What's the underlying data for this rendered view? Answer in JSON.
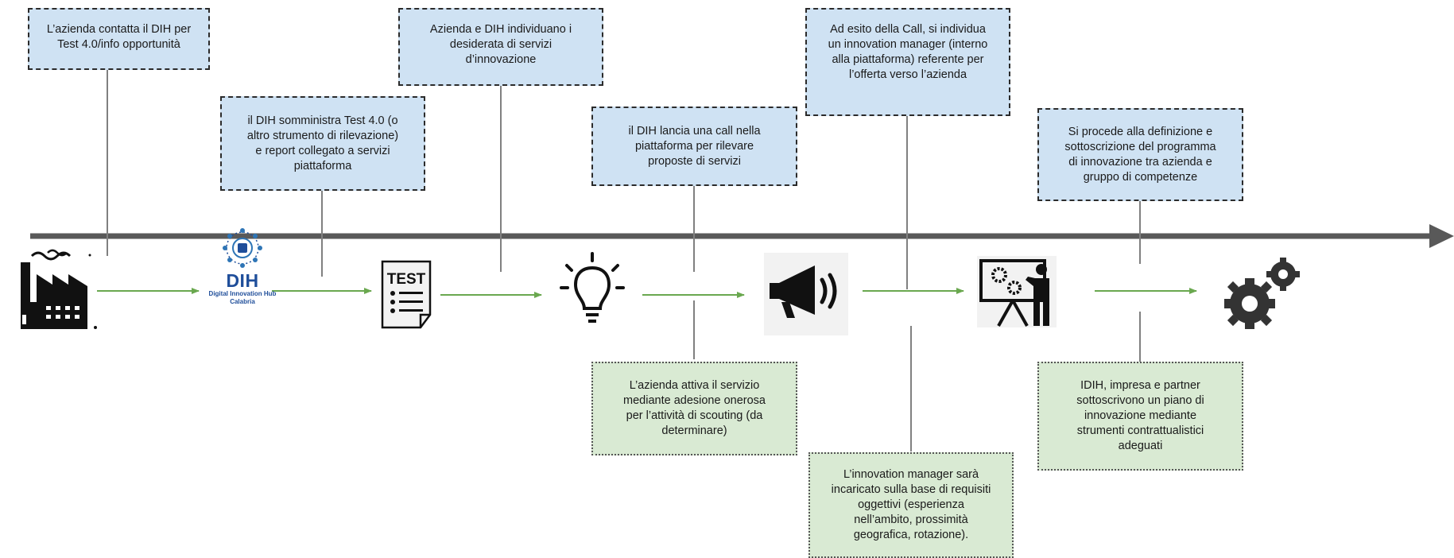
{
  "top_boxes": [
    {
      "text": "L’azienda contatta il DIH per\nTest 4.0/info opportunità"
    },
    {
      "text": "il DIH somministra Test 4.0 (o\naltro strumento di rilevazione)\ne report  collegato a servizi\npiattaforma"
    },
    {
      "text": "Azienda e DIH individuano i\ndesiderata di servizi\nd’innovazione"
    },
    {
      "text": "il DIH lancia una call nella\npiattaforma per rilevare\nproposte di servizi"
    },
    {
      "text": "Ad esito della Call, si individua\nun innovation manager (interno\nalla piattaforma) referente per\nl’offerta verso l’azienda"
    },
    {
      "text": "Si procede alla definizione e\nsottoscrizione del programma\ndi innovazione tra azienda e\ngruppo di competenze"
    }
  ],
  "bottom_boxes": [
    {
      "text": "L’azienda attiva il servizio\nmediante adesione onerosa\nper l’attività di scouting (da\ndeterminare)"
    },
    {
      "text": "L’innovation manager sarà\nincaricato sulla base di requisiti\noggettivi (esperienza\nnell’ambito, prossimità\ngeografica, rotazione)."
    },
    {
      "text": "IDIH, impresa e partner\nsottoscrivono un piano di\ninnovazione mediante\nstrumenti contrattualistici\nadeguati"
    }
  ],
  "icons": {
    "dih_logo": {
      "title": "DIH",
      "subtitle_line1": "Digital Innovation Hub",
      "subtitle_line2": "Calabria"
    },
    "test_doc": {
      "label": "TEST"
    }
  },
  "colors": {
    "timeline": "#595959",
    "connector": "#808080",
    "flow_arrow": "#6aa84f",
    "top_box_fill": "#cfe2f3",
    "bottom_box_fill": "#d9ead3",
    "dih_blue": "#1f4e9a"
  }
}
